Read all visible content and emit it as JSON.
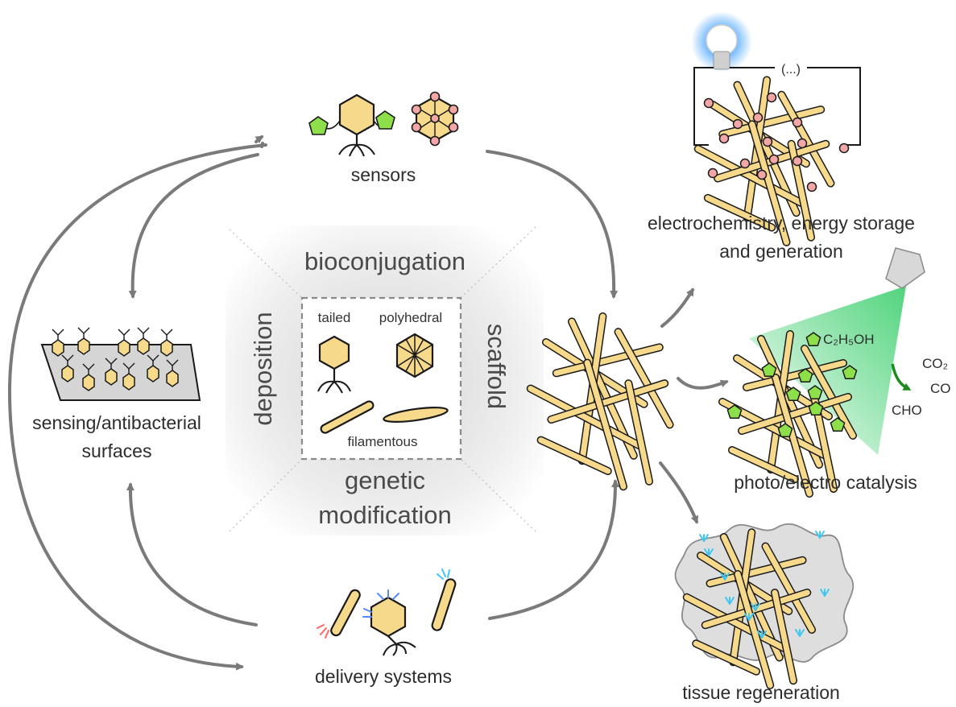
{
  "center": {
    "top": "bioconjugation",
    "left": "deposition",
    "right": "scaffold",
    "bottom_line1": "genetic",
    "bottom_line2": "modification",
    "box": {
      "tailed": "tailed",
      "polyhedral": "polyhedral",
      "filamentous": "filamentous"
    }
  },
  "applications": {
    "sensors": "sensors",
    "surfaces_line1": "sensing/antibacterial",
    "surfaces_line2": "surfaces",
    "delivery": "delivery systems",
    "electro_line1": "electrochemistry, energy storage",
    "electro_line2": "and generation",
    "circuit_label": "(...)",
    "catalysis": "photo/electro catalysis",
    "tissue": "tissue regeneration"
  },
  "chemistry": {
    "ethanol": "C₂H₅OH",
    "co2": "CO₂",
    "co": "CO",
    "cho": "CHO"
  },
  "colors": {
    "phage_fill": "#f7d98b",
    "arrow": "#7a7a7a",
    "green": "#1f8a1f",
    "ligand": "#8ee04a",
    "electrode_dot": "#f2a6a6",
    "light": "#3ecf6e",
    "bulb_glow": "#4fa8ff",
    "cell_blue": "#3fc7f2"
  },
  "icons": [
    "lightbulb-icon",
    "lamp-icon",
    "tailed-phage-icon",
    "polyhedral-phage-icon",
    "filament-icon",
    "antibody-icon",
    "ligand-pentagon-icon"
  ]
}
